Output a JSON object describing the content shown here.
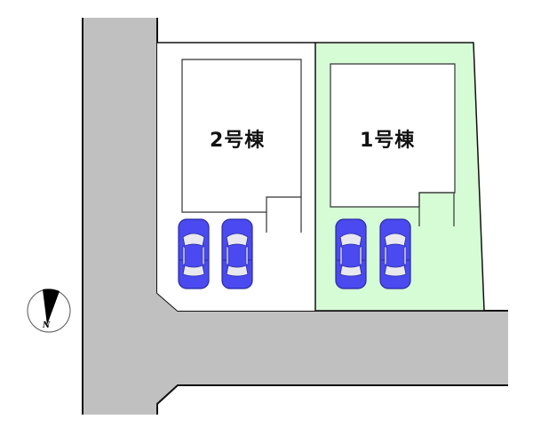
{
  "site_plan": {
    "lots": [
      {
        "id": "lot-2",
        "label": "2号棟",
        "fill": "#ffffff",
        "parking_spaces": 2
      },
      {
        "id": "lot-1",
        "label": "1号棟",
        "fill": "#d6fcd6",
        "parking_spaces": 2
      }
    ],
    "road": {
      "fill": "#c0c0c0"
    },
    "car": {
      "body_color": "#4a4af0",
      "window_color": "#e8e8ee"
    },
    "compass": {
      "label": "N",
      "icon": "north-arrow-icon"
    }
  }
}
